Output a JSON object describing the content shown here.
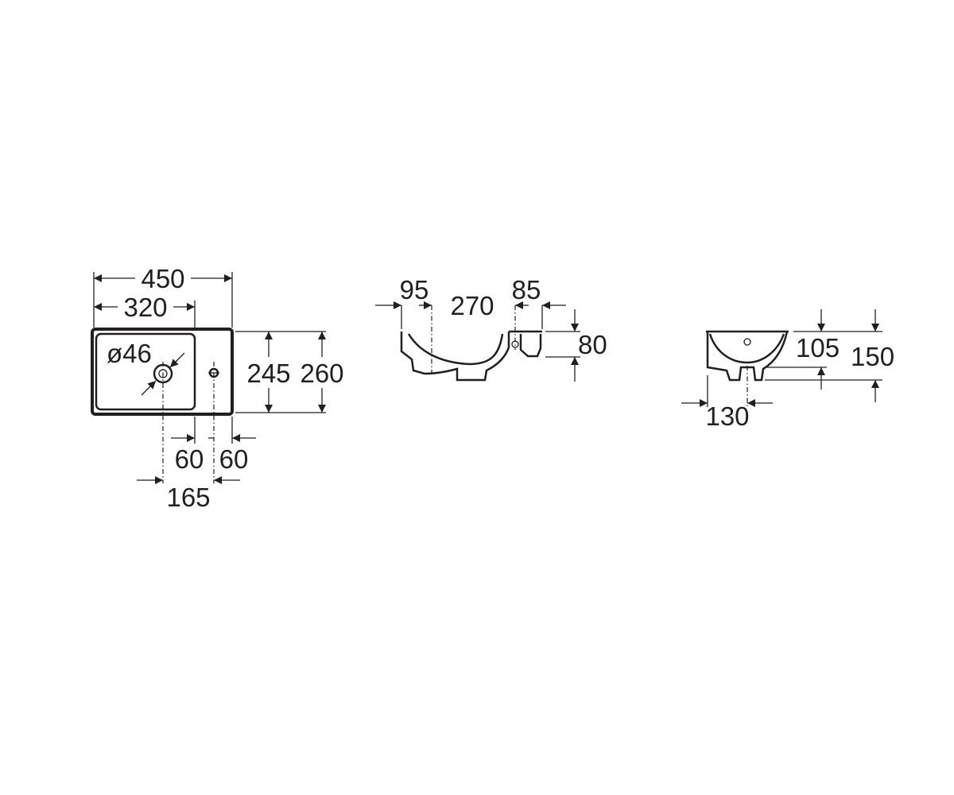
{
  "top_view": {
    "overall_width": "450",
    "basin_width": "320",
    "outlet_diameter": "ø46",
    "inner_depth": "245",
    "overall_depth": "260",
    "basin_to_tap_offset": "60",
    "tap_to_edge_offset": "60",
    "outlet_to_tap": "165"
  },
  "front_view": {
    "left_offset": "95",
    "bowl_width": "270",
    "right_offset": "85",
    "height": "80"
  },
  "side_view": {
    "bowl_height": "105",
    "overall_height": "150",
    "waste_offset": "130"
  }
}
